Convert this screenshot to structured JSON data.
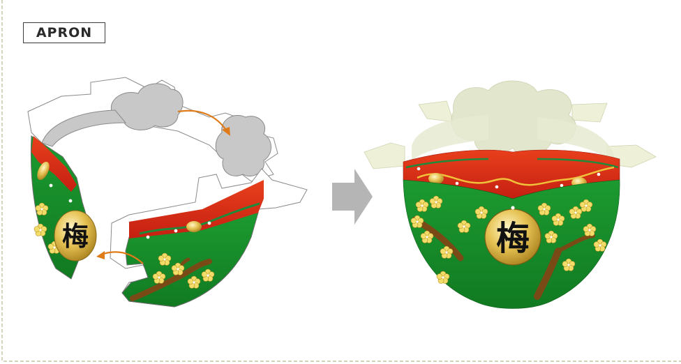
{
  "title": "APRON",
  "colors": {
    "frame_dash": "#b9b98e",
    "red": "#d81e1e",
    "green": "#1f8a2e",
    "gray": "#c8c8c8",
    "gold": "#e6c253",
    "orange_arrow": "#e07b1a",
    "gray_arrow": "#b5b5b5"
  },
  "icons": {
    "connector": "orange-curved-arrow",
    "direction": "gray-right-arrow"
  },
  "kanji": "梅"
}
